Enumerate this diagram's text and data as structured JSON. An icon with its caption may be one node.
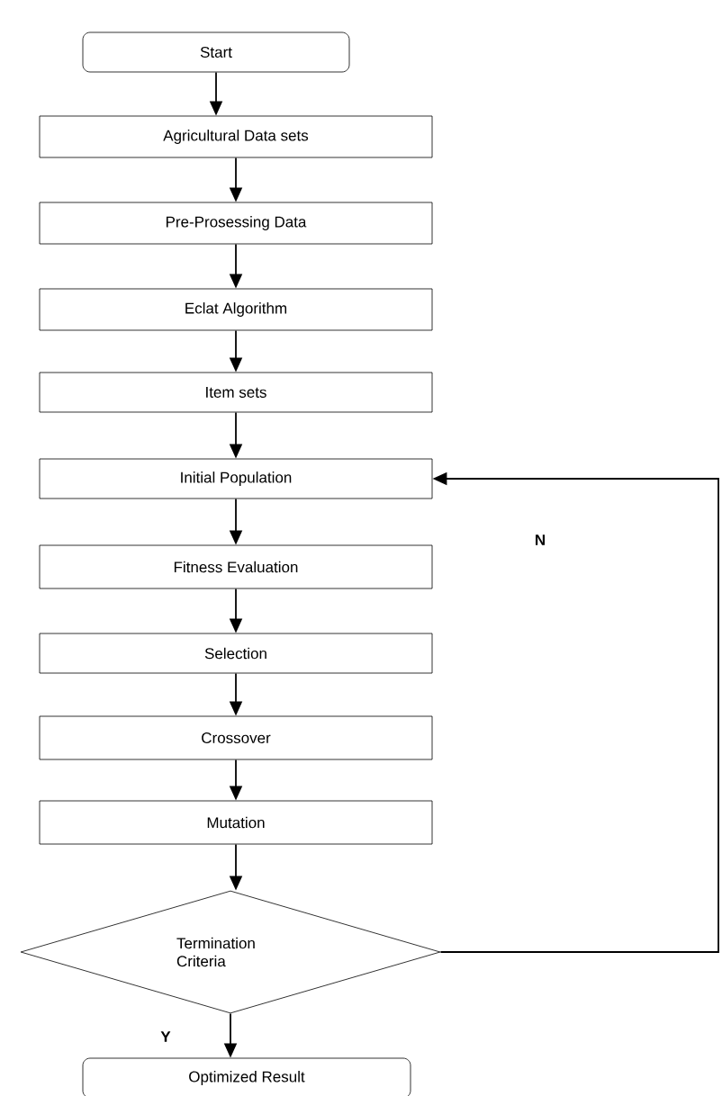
{
  "diagram": {
    "nodes": [
      {
        "text": [
          "Start"
        ]
      },
      {
        "text": [
          "Agricultural Data sets"
        ]
      },
      {
        "text": [
          "Pre-Prosessing  Data"
        ]
      },
      {
        "text": [
          "Eclat Algorithm"
        ]
      },
      {
        "text": [
          "Item sets"
        ]
      },
      {
        "text": [
          "Initial Population"
        ]
      },
      {
        "text": [
          "Fitness Evaluation"
        ]
      },
      {
        "text": [
          "Selection"
        ]
      },
      {
        "text": [
          "Crossover"
        ]
      },
      {
        "text": [
          "Mutation"
        ]
      },
      {
        "text": [
          "Termination Criteria"
        ]
      },
      {
        "text": [
          "Optimized Result"
        ]
      }
    ],
    "edges": [
      {
        "from": 0,
        "to": 1,
        "arrow": "to"
      },
      {
        "from": 1,
        "to": 2,
        "arrow": "to"
      },
      {
        "from": 2,
        "to": 3,
        "arrow": "to"
      },
      {
        "from": 3,
        "to": 4,
        "arrow": "to"
      },
      {
        "from": 4,
        "to": 5,
        "arrow": "to"
      },
      {
        "from": 5,
        "to": 6,
        "arrow": "to"
      },
      {
        "from": 6,
        "to": 7,
        "arrow": "to"
      },
      {
        "from": 7,
        "to": 8,
        "arrow": "to"
      },
      {
        "from": 8,
        "to": 9,
        "arrow": "to"
      },
      {
        "from": 9,
        "to": 10,
        "arrow": "to"
      },
      {
        "from": 10,
        "to": 5,
        "arrow": "to",
        "label": "N"
      },
      {
        "from": 10,
        "to": 11,
        "arrow": "to",
        "label": "Y"
      }
    ]
  }
}
